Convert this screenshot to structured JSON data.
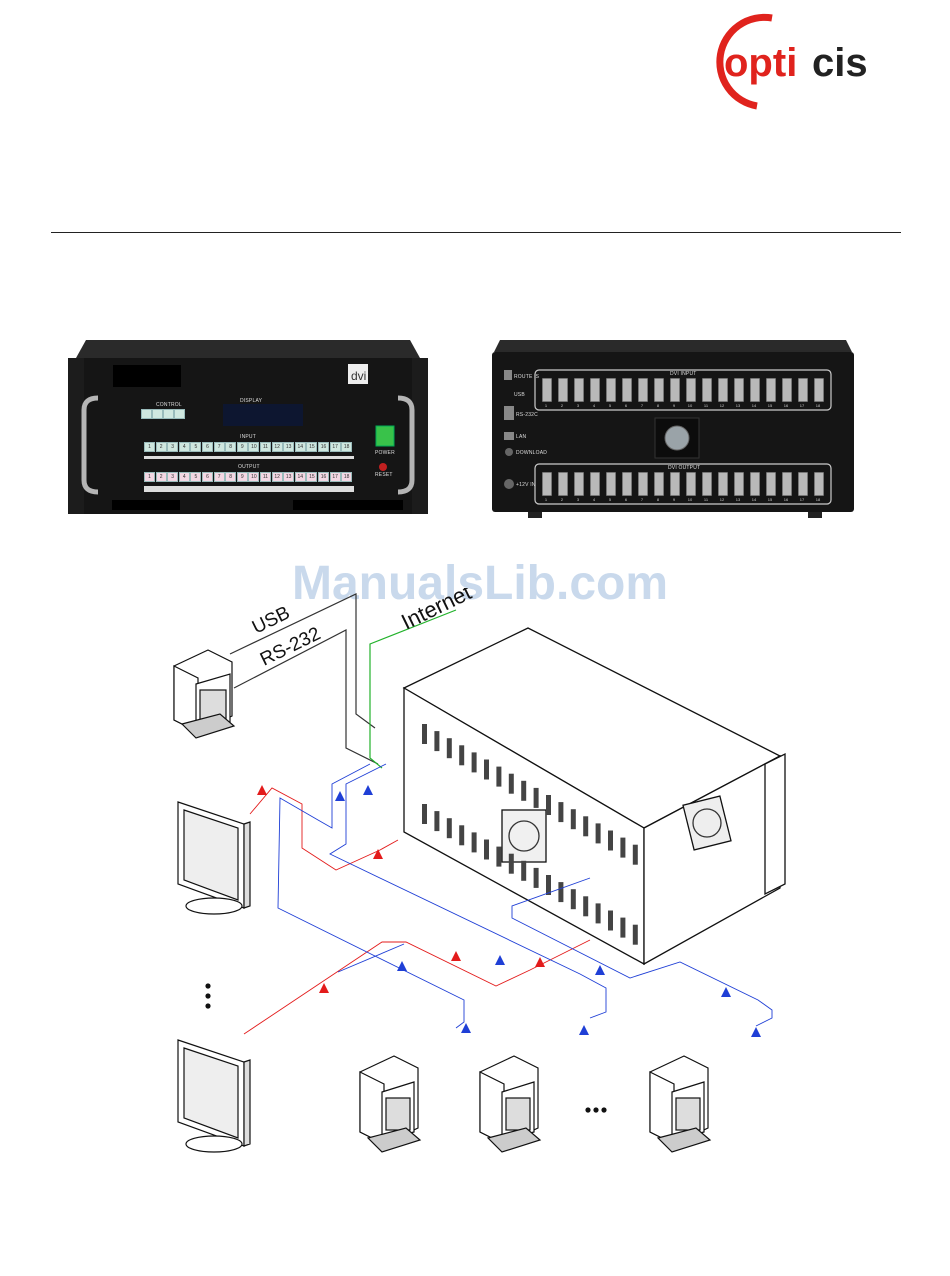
{
  "logo": {
    "text_red": "opti",
    "text_black": "cis",
    "brand_red": "#e0231d",
    "brand_black": "#222222"
  },
  "front_panel": {
    "control_label": "CONTROL",
    "display_label": "DISPLAY",
    "input_label": "INPUT",
    "output_label": "OUTPUT",
    "power_label": "POWER",
    "reset_label": "RESET",
    "brand_badge": "dvi",
    "input_keys": [
      "1",
      "2",
      "3",
      "4",
      "5",
      "6",
      "7",
      "8",
      "9",
      "10",
      "11",
      "12",
      "13",
      "14",
      "15",
      "16",
      "17",
      "18"
    ],
    "output_keys": [
      "1",
      "2",
      "3",
      "4",
      "5",
      "6",
      "7",
      "8",
      "9",
      "10",
      "11",
      "12",
      "13",
      "14",
      "15",
      "16",
      "17",
      "18"
    ]
  },
  "rear_panel": {
    "dvi_input_label": "DVI INPUT",
    "dvi_output_label": "DVI OUTPUT",
    "port_labels": [
      "ROUTE IS",
      "USB",
      "RS-232C",
      "LAN",
      "DOWNLOAD",
      "+12V IN"
    ],
    "port_numbers": [
      "1",
      "2",
      "3",
      "4",
      "5",
      "6",
      "7",
      "8",
      "9",
      "10",
      "11",
      "12",
      "13",
      "14",
      "15",
      "16",
      "17",
      "18"
    ]
  },
  "watermark": "ManualsLib.com",
  "diagram": {
    "usb_label": "USB",
    "rs232_label": "RS-232",
    "internet_label": "Internet",
    "colors": {
      "output_line": "#e31b1b",
      "input_line": "#1f3fd6",
      "lan_line": "#22b22b"
    }
  }
}
